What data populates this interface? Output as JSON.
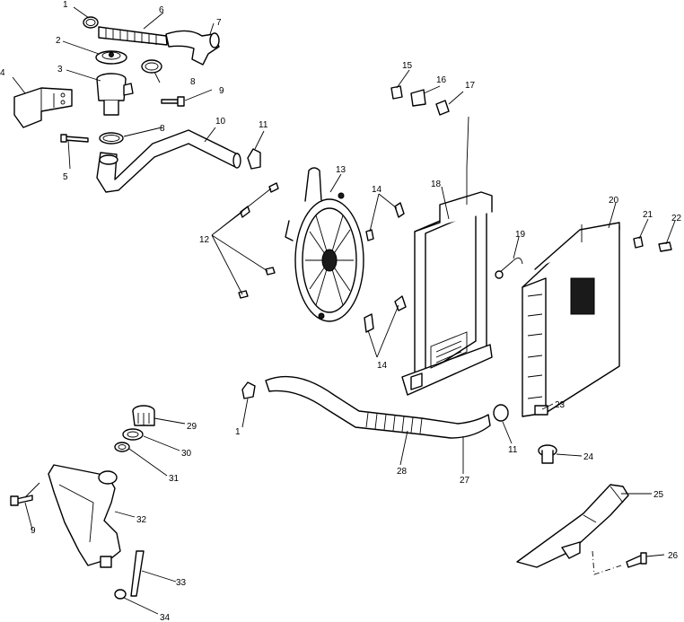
{
  "callouts": {
    "c1a": "1",
    "c1b": "1",
    "c2": "2",
    "c3": "3",
    "c4": "4",
    "c5": "5",
    "c6": "6",
    "c7": "7",
    "c8a": "8",
    "c8b": "8",
    "c9a": "9",
    "c9b": "9",
    "c10": "10",
    "c11a": "11",
    "c11b": "11",
    "c12": "12",
    "c13": "13",
    "c14a": "14",
    "c14b": "14",
    "c15": "15",
    "c16": "16",
    "c17": "17",
    "c18": "18",
    "c19": "19",
    "c20": "20",
    "c21": "21",
    "c22": "22",
    "c23": "23",
    "c24": "24",
    "c25": "25",
    "c26": "26",
    "c27": "27",
    "c28": "28",
    "c29": "29",
    "c30": "30",
    "c31": "31",
    "c32": "32",
    "c33": "33",
    "c34": "34"
  }
}
